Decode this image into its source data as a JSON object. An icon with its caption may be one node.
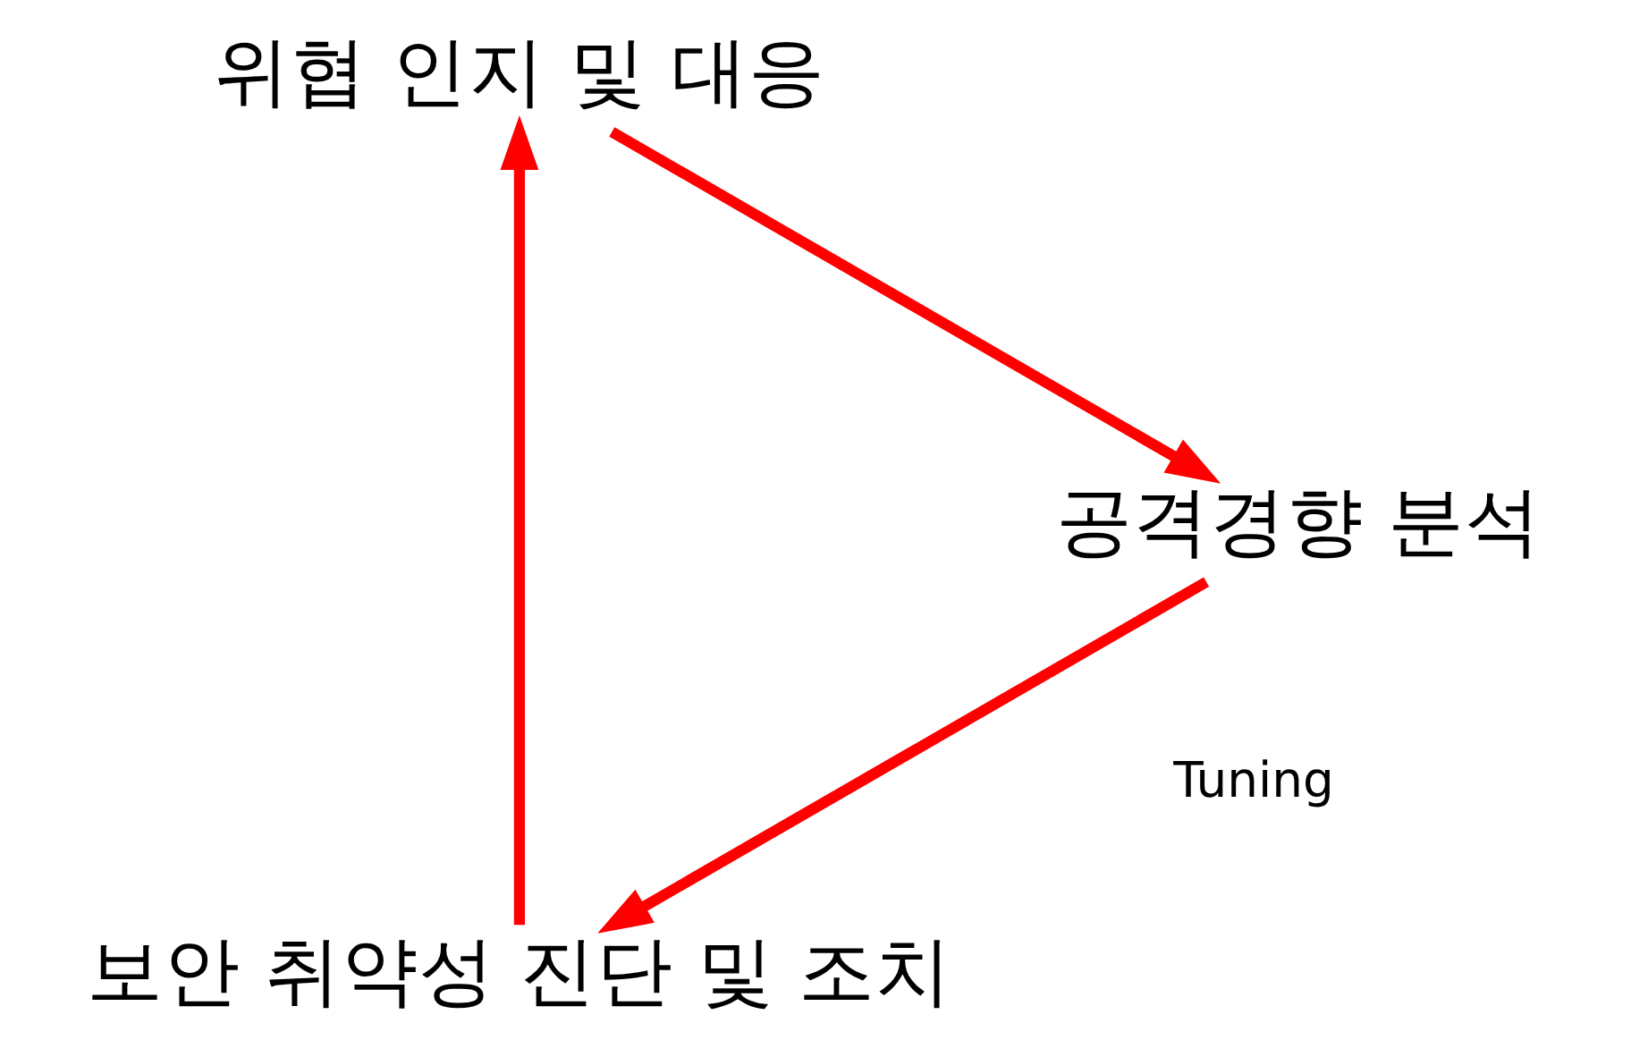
{
  "diagram": {
    "nodes": [
      {
        "text": [
          "보안 취약성 진단 및 조치"
        ]
      },
      {
        "text": [
          "공격경향 분석"
        ]
      },
      {
        "text": [
          "위협 인지 및 대응"
        ]
      }
    ],
    "edges": [
      {
        "from": 1,
        "to": 0,
        "arrow": "to"
      },
      {
        "from": 0,
        "to": 2,
        "arrow": "to"
      },
      {
        "from": 2,
        "to": 1,
        "arrow": "to"
      }
    ],
    "labels": [
      "Tuning"
    ]
  }
}
